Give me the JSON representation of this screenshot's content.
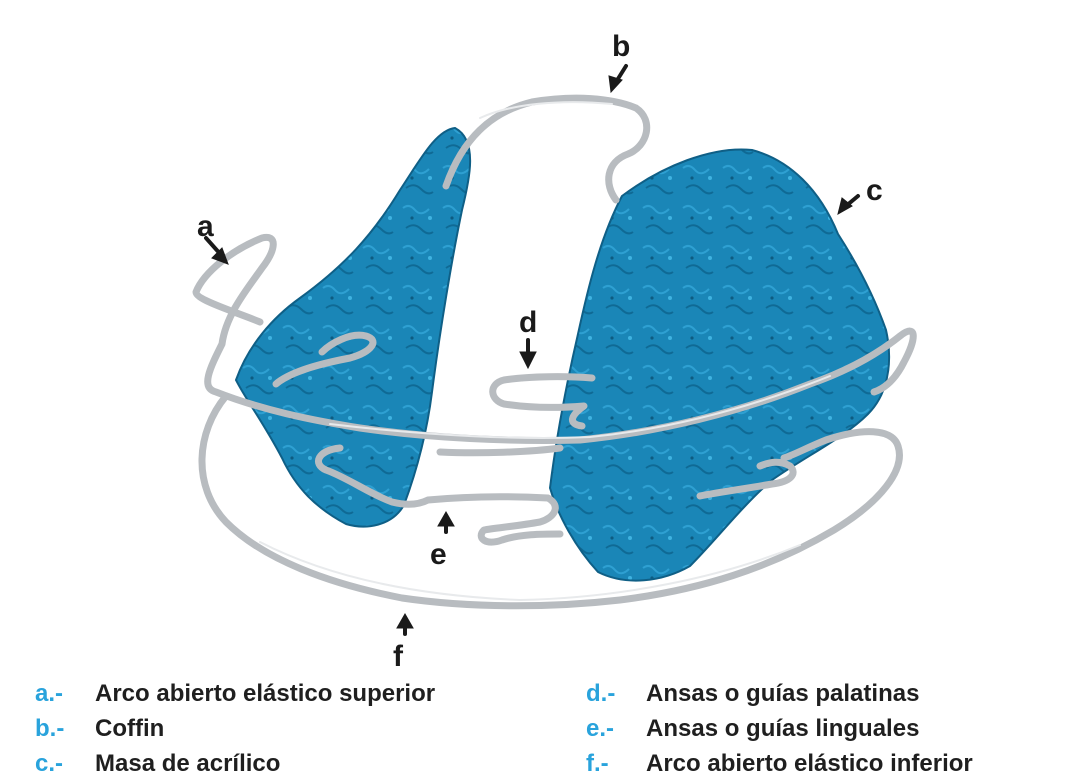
{
  "colors": {
    "acrylic": "#1a86b7",
    "acrylic_dark": "#0f5f86",
    "wire": "#b8bcc0",
    "legend_key": "#29a3dc",
    "text": "#1f1f1f"
  },
  "callouts": {
    "a": "a",
    "b": "b",
    "c": "c",
    "d": "d",
    "e": "e",
    "f": "f"
  },
  "legend": {
    "left": [
      {
        "key": "a.-",
        "text": "Arco abierto elástico superior"
      },
      {
        "key": "b.-",
        "text": "Coffin"
      },
      {
        "key": "c.-",
        "text": "Masa de acrílico"
      }
    ],
    "right": [
      {
        "key": "d.-",
        "text": "Ansas o guías palatinas"
      },
      {
        "key": "e.-",
        "text": "Ansas o guías linguales"
      },
      {
        "key": "f.-",
        "text": "Arco abierto elástico inferior"
      }
    ]
  }
}
